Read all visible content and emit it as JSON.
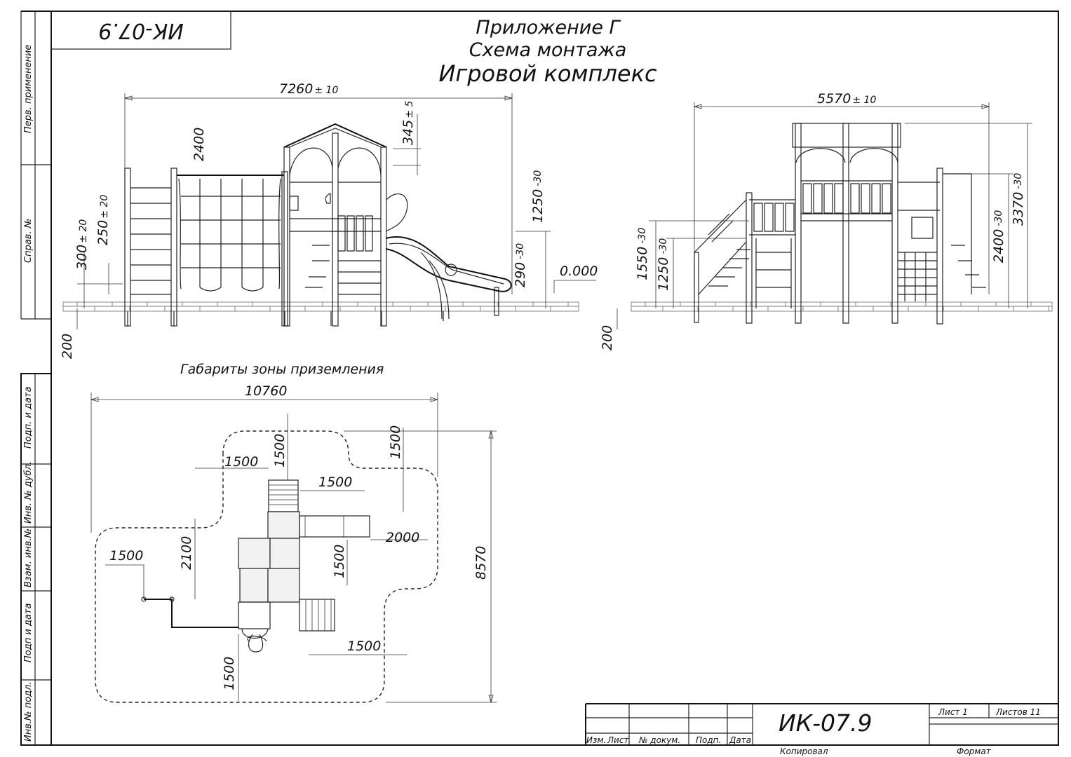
{
  "sheet": {
    "code_rotated": "ИК-07.9",
    "title_line1": "Приложение Г",
    "title_line2": "Схема монтажа",
    "title_line3": "Игровой комплекс"
  },
  "side_stamp": {
    "perv_primenenie": "Перв. применение",
    "sprav_no": "Справ. №",
    "podp_i_data_1": "Подп. и дата",
    "inv_no_dubl": "Инв. № дубл.",
    "vzam_inv_no": "Взам. инв.№",
    "podp_i_data_2": "Подп и дата",
    "inv_no_podl": "Инв.№ подл."
  },
  "front_view": {
    "width": "7260",
    "width_tol": "± 10",
    "height_2400": "2400",
    "d345": "345",
    "d345_tol": "± 5",
    "d1250": "1250",
    "d1250_tol": "-30",
    "d290": "290",
    "d290_tol": "-30",
    "d300": "300",
    "d300_tol": "± 20",
    "d250": "250",
    "d250_tol": "± 20",
    "zero_mark": "0.000",
    "depth_200": "200"
  },
  "side_view": {
    "width": "5570",
    "width_tol": "± 10",
    "d3370": "3370",
    "d3370_tol": "-30",
    "d2400": "2400",
    "d2400_tol": "-30",
    "d1550": "1550",
    "d1550_tol": "-30",
    "d1250": "1250",
    "d1250_tol": "-30",
    "depth_200": "200"
  },
  "plan_view": {
    "caption": "Габариты зоны приземления",
    "overall_width": "10760",
    "overall_height": "8570",
    "d1500_a": "1500",
    "d1500_b": "1500",
    "d1500_c": "1500",
    "d1500_d": "1500",
    "d1500_e": "1500",
    "d1500_f": "1500",
    "d1500_g": "1500",
    "d1500_h": "1500",
    "d2100": "2100",
    "d2000": "2000"
  },
  "title_block": {
    "izm_list": "Изм.",
    "list": "Лист",
    "no_dokum": "№ докум.",
    "podp": "Подп.",
    "data": "Дата",
    "designation": "ИК-07.9",
    "sheet_label": "Лист 1",
    "sheets_label": "Листов 11",
    "copied": "Копировал",
    "format": "Формат"
  }
}
